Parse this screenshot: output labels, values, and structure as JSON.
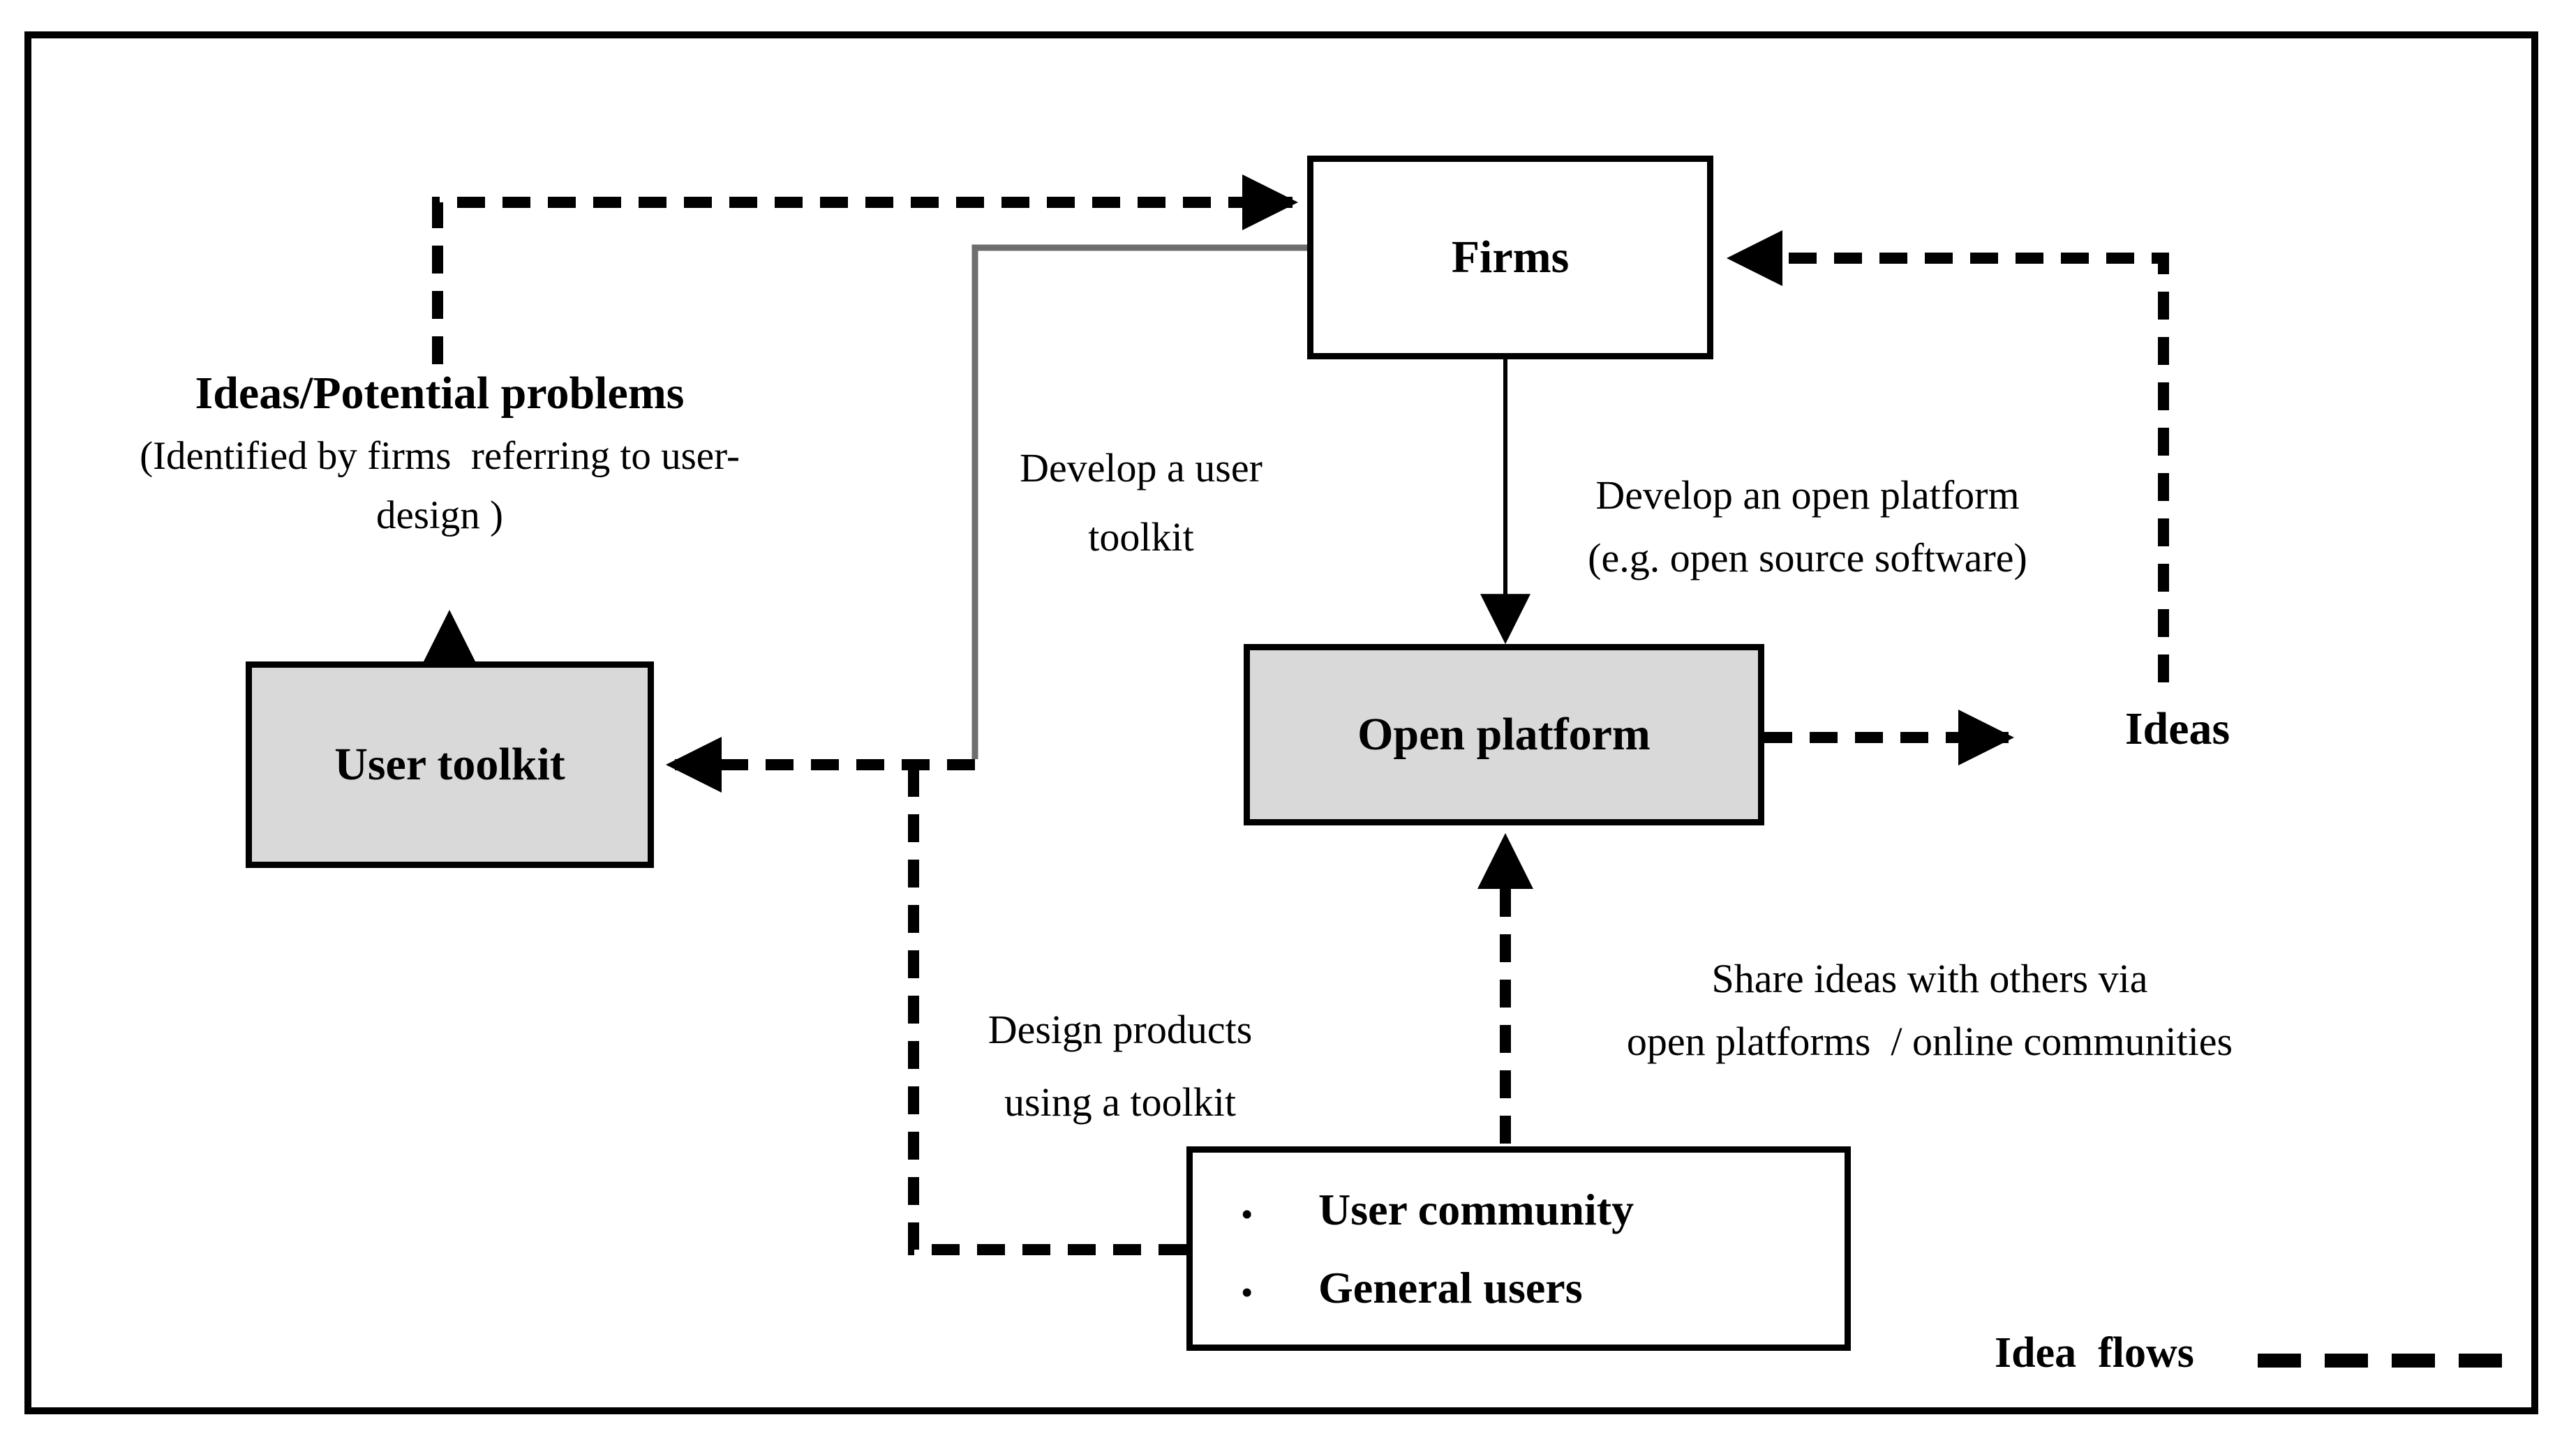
{
  "nodes": {
    "firms": {
      "label": "Firms"
    },
    "user_toolkit": {
      "label": "User toolkit"
    },
    "open_platform": {
      "label": "Open platform"
    },
    "user_community": {
      "bullet_char": "•",
      "items": [
        "User community",
        "General users"
      ]
    }
  },
  "labels": {
    "ideas_problems_title": "Ideas/Potential problems",
    "ideas_problems_sub": "(Identified by firms  referring to user-\ndesign )",
    "develop_toolkit": "Develop a user\ntoolkit",
    "develop_platform": "Develop an open platform\n(e.g. open source software)",
    "share_ideas": "Share ideas with others via\nopen platforms  / online communities",
    "design_products": "Design products\nusing a toolkit",
    "ideas": "Ideas"
  },
  "legend": {
    "label": "Idea  flows"
  },
  "colors": {
    "box_fill_gray": "#d9d9d9",
    "box_fill_white": "#ffffff",
    "flow_dashed": "#000000",
    "develop_solid_gray": "#6e6e6e",
    "develop_solid_black": "#000000",
    "frame_border": "#000000"
  }
}
